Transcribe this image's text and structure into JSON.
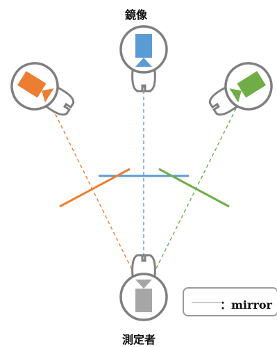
{
  "labels": {
    "top": "鏡像",
    "bottom": "測定者"
  },
  "legend": {
    "text": "：mirror"
  },
  "colors": {
    "outline": "#7f7f7f",
    "gray_fill": "#a6a6a6",
    "orange": "#ed7d31",
    "blue": "#5b9bd5",
    "green": "#70ad47"
  },
  "icons": {
    "camera": "camera-icon",
    "head": "head-top-view-icon",
    "mirror": "mirror-line"
  }
}
